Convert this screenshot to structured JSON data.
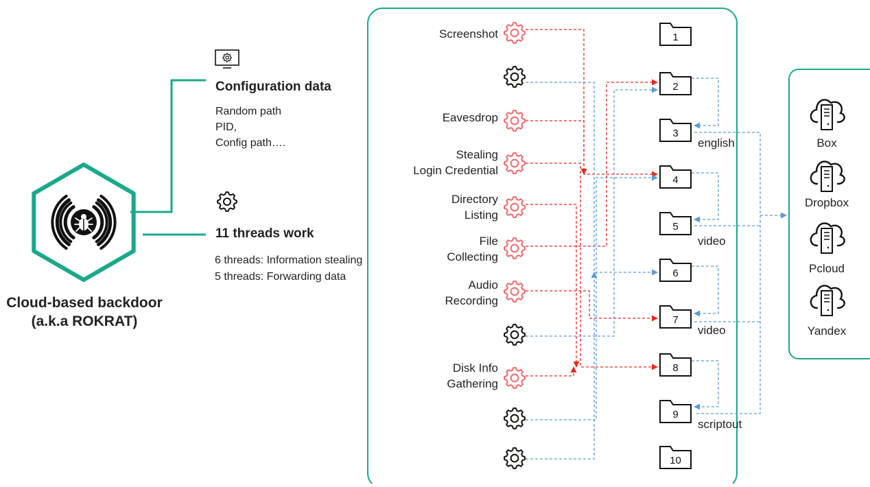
{
  "backdoor": {
    "title_line1": "Cloud-based backdoor",
    "title_line2": "(a.k.a ROKRAT)",
    "icon": "bug-icon"
  },
  "config": {
    "icon": "monitor-gear-icon",
    "title": "Configuration data",
    "lines": [
      "Random path",
      "PID,",
      "Config path…."
    ]
  },
  "threads": {
    "icon": "gear-icon",
    "title": "11 threads work",
    "lines": [
      "6 threads: Information stealing",
      "5 threads: Forwarding data"
    ]
  },
  "thread_labels": [
    [
      "Screenshot"
    ],
    [],
    [
      "Eavesdrop"
    ],
    [
      "Stealing",
      "Login Credential"
    ],
    [
      "Directory",
      "Listing"
    ],
    [
      "File",
      "Collecting"
    ],
    [
      "Audio",
      "Recording"
    ],
    [],
    [
      "Disk Info",
      "Gathering"
    ],
    [],
    []
  ],
  "folders": [
    {
      "number": "1",
      "label": ""
    },
    {
      "number": "2",
      "label": ""
    },
    {
      "number": "3",
      "label": "english"
    },
    {
      "number": "4",
      "label": ""
    },
    {
      "number": "5",
      "label": "video"
    },
    {
      "number": "6",
      "label": ""
    },
    {
      "number": "7",
      "label": "video"
    },
    {
      "number": "8",
      "label": ""
    },
    {
      "number": "9",
      "label": "scriptout"
    },
    {
      "number": "10",
      "label": ""
    }
  ],
  "clouds": [
    "Box",
    "Dropbox",
    "Pcloud",
    "Yandex"
  ],
  "colors": {
    "teal": "#1aa98a",
    "stealing": "#f06a6a",
    "red_line": "#e8281e",
    "blue_line": "#5b9bd5",
    "black": "#111111"
  }
}
